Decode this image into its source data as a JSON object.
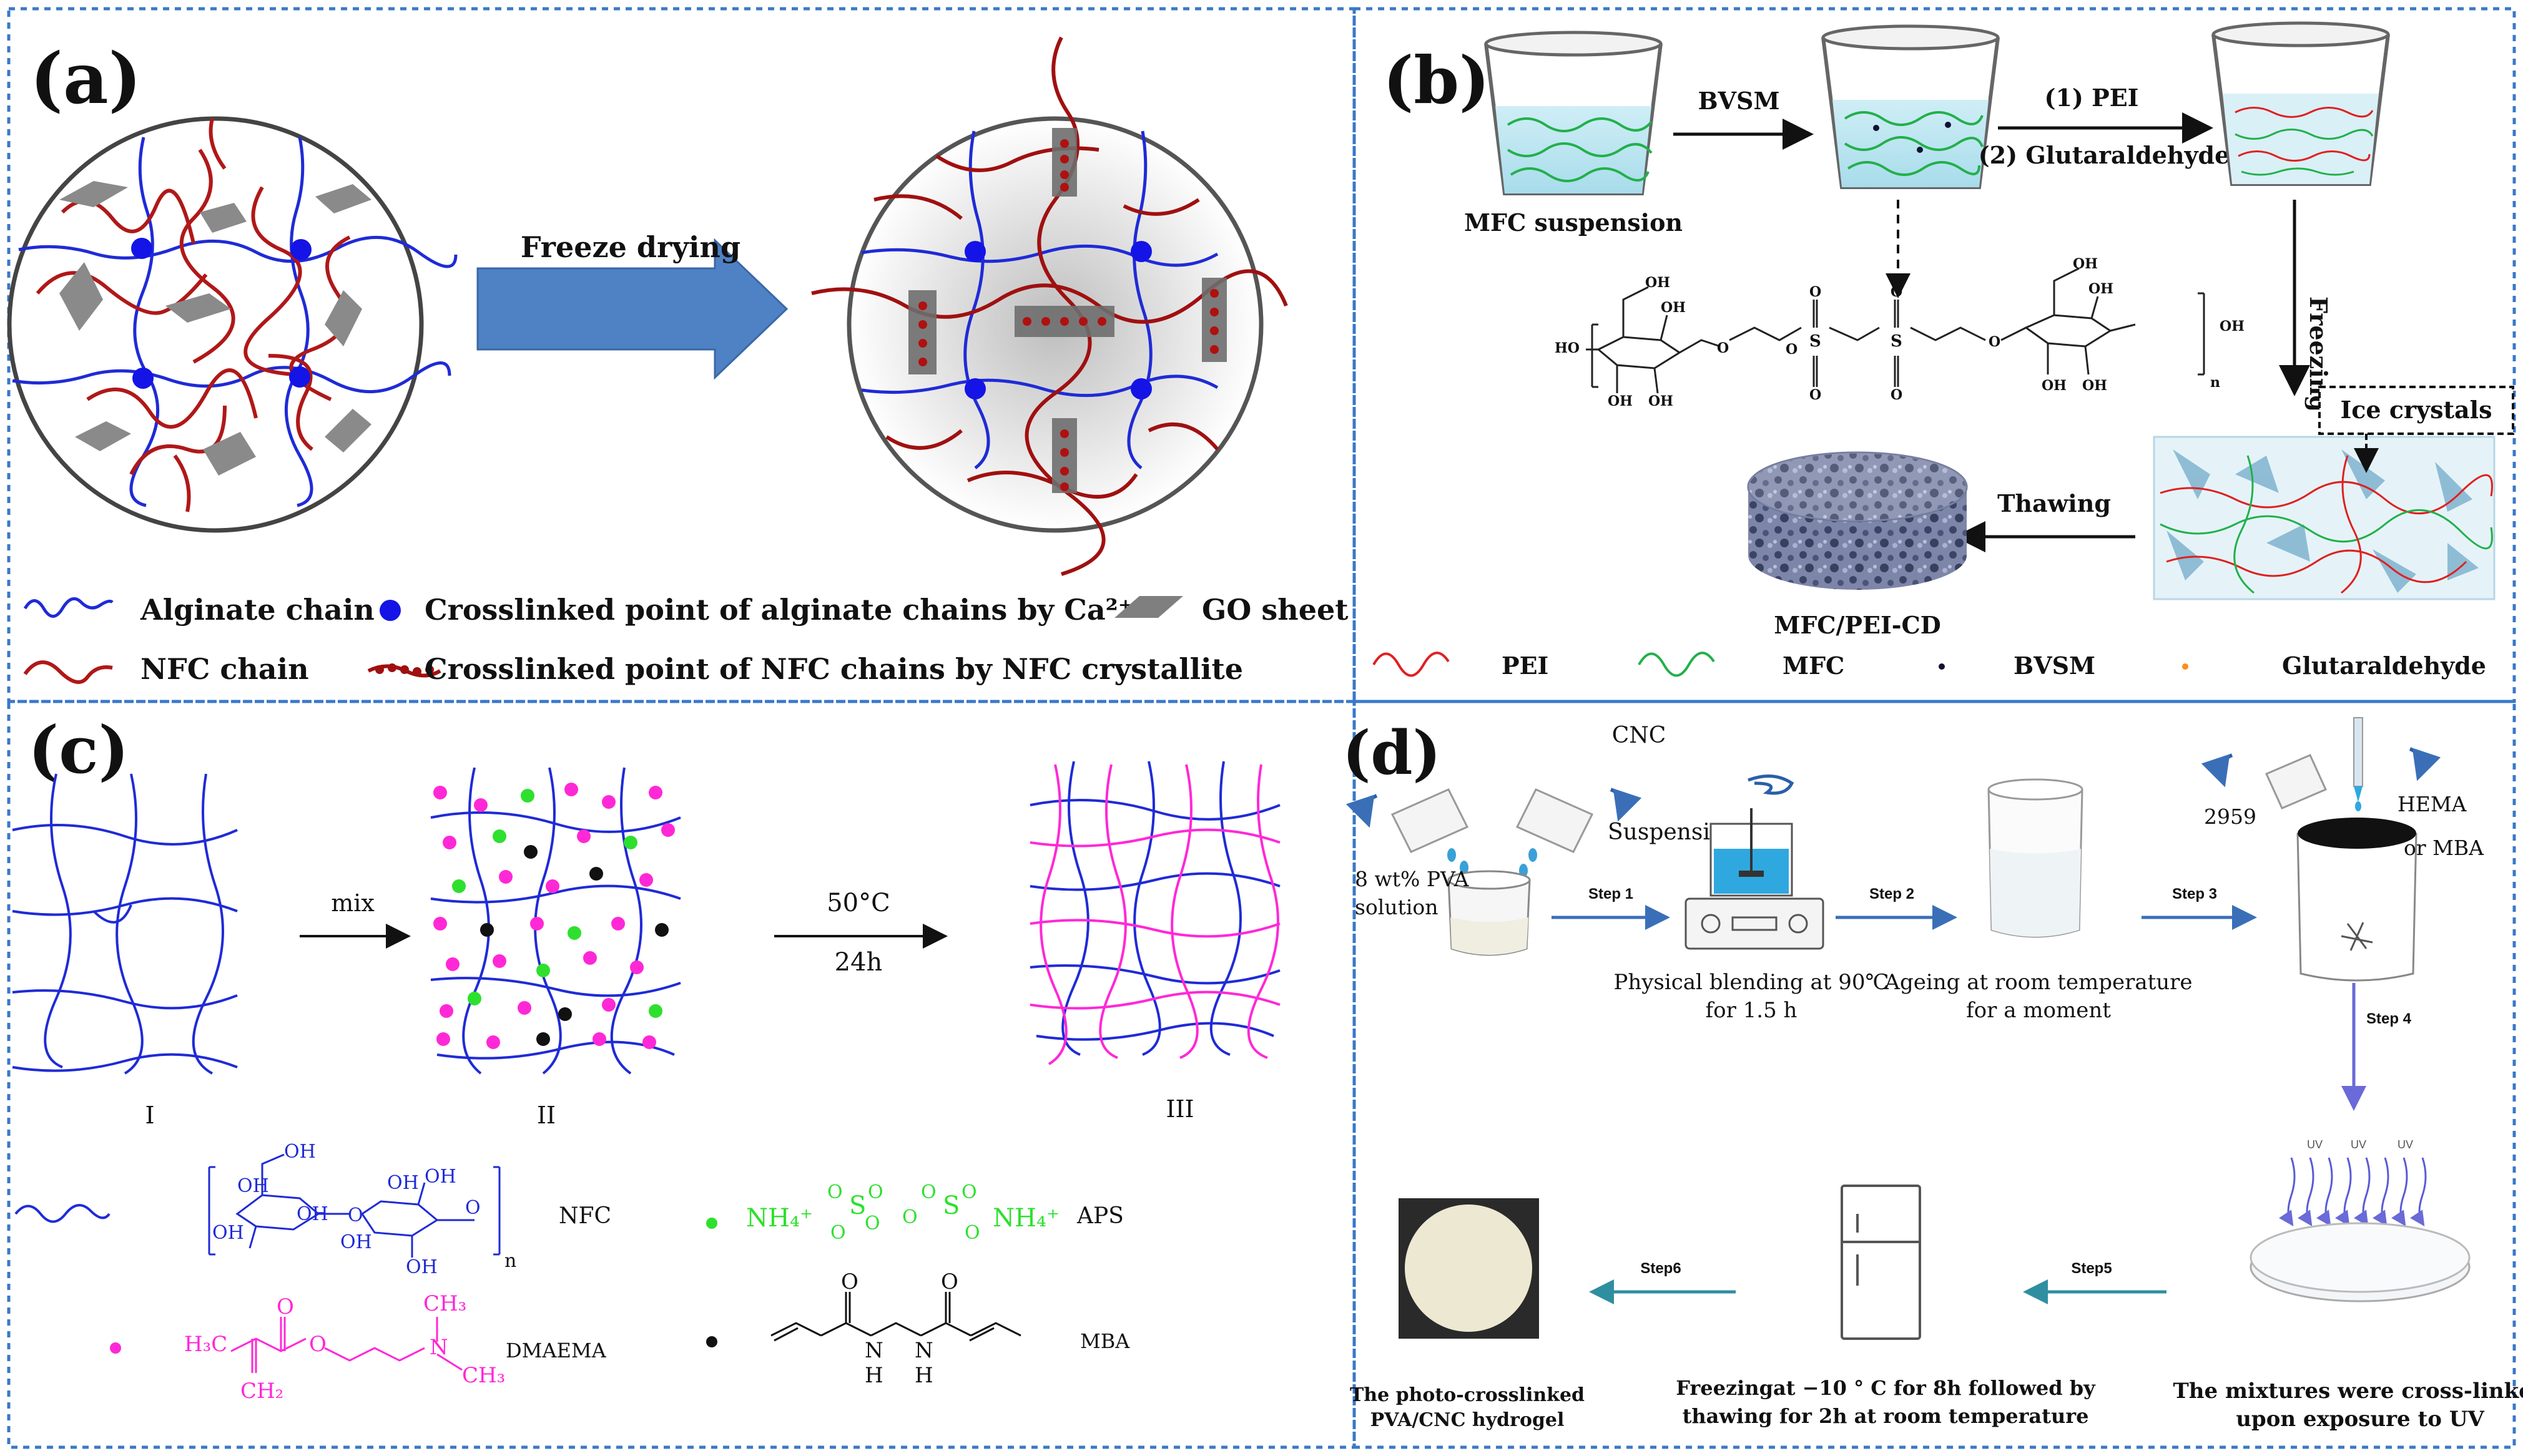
{
  "colors": {
    "border": "#3a78c9",
    "alginate": "#1f2bd6",
    "nfc": "#b01818",
    "ca_point": "#1414e6",
    "go_sheet": "#7f7f7f",
    "arrow_blue": "#4f82c4",
    "pei": "#e02020",
    "mfc": "#22b04a",
    "magenta": "#ff28d6",
    "green_dot": "#2ee02e",
    "teal": "#2f8fa0"
  },
  "panel_a": {
    "label": "(a)",
    "process": "Freeze drying",
    "legend": {
      "alginate": "Alginate chain",
      "ca_point": "Crosslinked point of alginate chains by Ca²⁺",
      "go": "GO sheet",
      "nfc": "NFC chain",
      "nfc_point": "Crosslinked point of NFC chains by NFC crystallite"
    }
  },
  "panel_b": {
    "label": "(b)",
    "mfc_suspension": "MFC suspension",
    "bvsm": "BVSM",
    "pei_step": "(1) PEI",
    "glut_step": "(2) Glutaraldehyde",
    "freezing": "Freezing",
    "ice_crystals": "Ice crystals",
    "thawing": "Thawing",
    "product": "MFC/PEI-CD",
    "legend": {
      "pei": "PEI",
      "mfc": "MFC",
      "bvsm": "BVSM",
      "glut": "Glutaraldehyde"
    },
    "chem": {
      "oh": "OH",
      "ho": "HO",
      "o": "O",
      "s": "S",
      "n": "n"
    }
  },
  "panel_c": {
    "label": "(c)",
    "mix": "mix",
    "temp": "50°C",
    "time": "24h",
    "stages": [
      "I",
      "II",
      "III"
    ],
    "legend": {
      "nfc": "NFC",
      "aps": "APS",
      "dmaema": "DMAEMA",
      "mba": "MBA"
    },
    "chem": {
      "oh": "OH",
      "o": "O",
      "n": "n",
      "nh4": "NH₄⁺",
      "s": "S",
      "h3c": "H₃C",
      "ch3": "CH₃",
      "ch2": "CH₂",
      "N": "N",
      "h": "H"
    }
  },
  "panel_d": {
    "label": "(d)",
    "cnc": "CNC",
    "suspension": "Suspension",
    "pva": "8  wt% PVA",
    "pva2": "solution",
    "step1": "Step 1",
    "step2": "Step 2",
    "step3": "Step 3",
    "step4": "Step 4",
    "step5": "Step5",
    "step6": "Step6",
    "blend1": "Physical blending at 90℃",
    "blend2": "for 1.5 h",
    "age1": "Ageing at room temperature",
    "age2": "for a moment",
    "photo": "2959",
    "hema": "HEMA",
    "mba": "or MBA",
    "uv": "UV",
    "cross1": "The mixtures were  cross-linked",
    "cross2": "upon exposure to UV",
    "freeze1": "Freezingat −10 ° C for 8h followed by",
    "freeze2": "thawing for 2h at room  temperature",
    "hydro1": "The photo-crosslinked",
    "hydro2": "PVA/CNC hydrogel"
  }
}
